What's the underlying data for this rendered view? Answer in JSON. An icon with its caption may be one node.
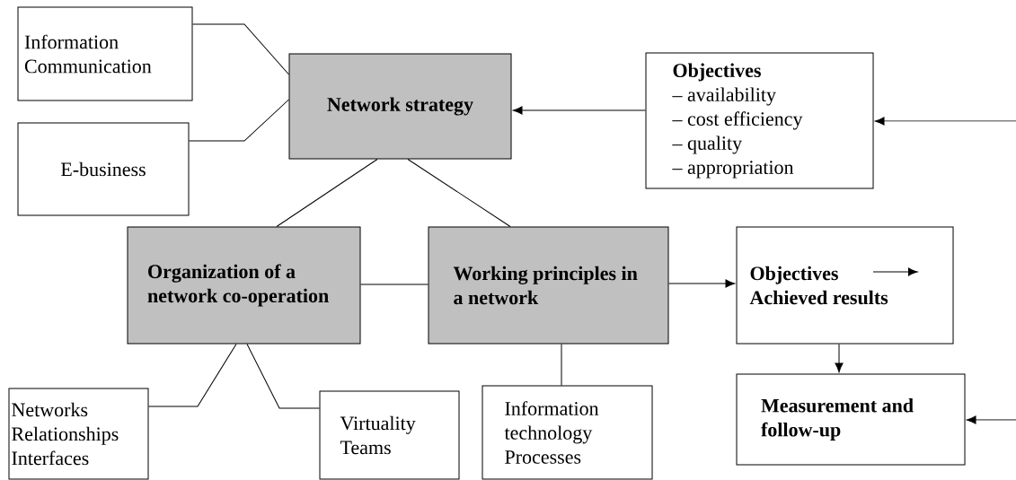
{
  "diagram": {
    "nodes": [
      {
        "text": [
          "Information Communication"
        ]
      },
      {
        "text": [
          "E-business"
        ]
      },
      {
        "text": [
          "Network strategy"
        ]
      },
      {
        "text": [
          "Objectives",
          "– availability",
          "– cost efficiency",
          "– quality",
          "– appropriation"
        ]
      },
      {
        "text": [
          "Organization of a network co-operation"
        ]
      },
      {
        "text": [
          "Working principles in a network"
        ]
      },
      {
        "text": [
          "Objectives",
          "Achieved results"
        ]
      },
      {
        "text": [
          "Networks Relationships Interfaces"
        ]
      },
      {
        "text": [
          "Virtuality Teams"
        ]
      },
      {
        "text": [
          "Information technology Processes"
        ]
      },
      {
        "text": [
          "Measurement and follow-up"
        ]
      }
    ],
    "edges": [
      {
        "from": 0,
        "to": 2,
        "arrow": "none"
      },
      {
        "from": 1,
        "to": 2,
        "arrow": "none"
      },
      {
        "from": 3,
        "to": 2,
        "arrow": "to"
      },
      {
        "from": null,
        "to": 3,
        "arrow": "to"
      },
      {
        "from": 2,
        "to": 4,
        "arrow": "none"
      },
      {
        "from": 2,
        "to": 5,
        "arrow": "none"
      },
      {
        "from": 4,
        "to": 5,
        "arrow": "none"
      },
      {
        "from": 5,
        "to": 6,
        "arrow": "to"
      },
      {
        "from": 4,
        "to": 7,
        "arrow": "none"
      },
      {
        "from": 4,
        "to": 8,
        "arrow": "none"
      },
      {
        "from": 5,
        "to": 9,
        "arrow": "none"
      },
      {
        "from": 6,
        "to": 10,
        "arrow": "to"
      },
      {
        "from": null,
        "to": 10,
        "arrow": "to"
      }
    ]
  }
}
